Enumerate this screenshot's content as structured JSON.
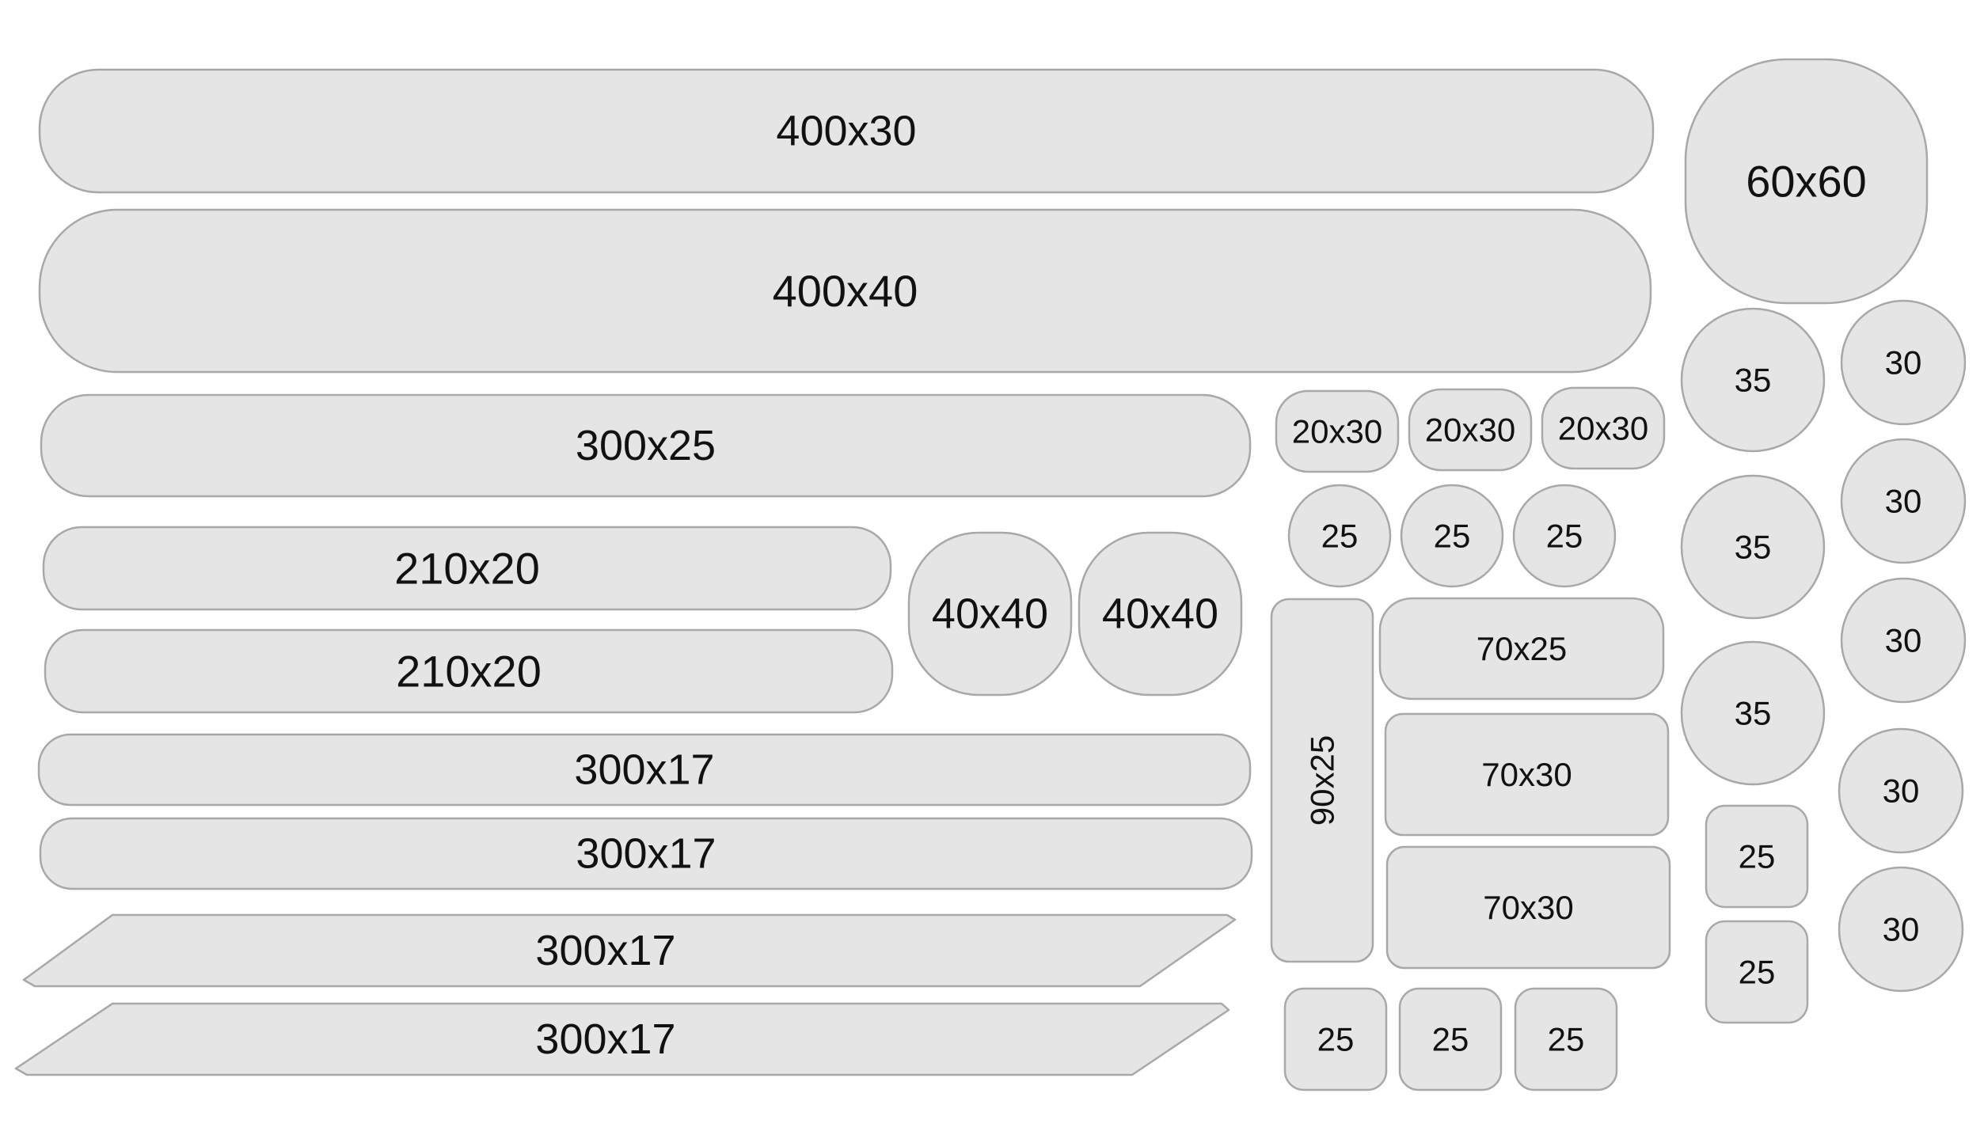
{
  "colors": {
    "fill": "#e5e5e5",
    "stroke": "#a8a8a8",
    "text": "#111111",
    "background": "#ffffff"
  },
  "pieces": [
    {
      "id": "p1",
      "shape": "rounded-rect",
      "label": "400x30"
    },
    {
      "id": "p2",
      "shape": "rounded-rect",
      "label": "400x40"
    },
    {
      "id": "p3",
      "shape": "rounded-rect",
      "label": "300x25"
    },
    {
      "id": "p4",
      "shape": "rounded-rect",
      "label": "210x20"
    },
    {
      "id": "p5",
      "shape": "rounded-rect",
      "label": "210x20"
    },
    {
      "id": "p6",
      "shape": "rounded-square",
      "label": "40x40"
    },
    {
      "id": "p7",
      "shape": "rounded-square",
      "label": "40x40"
    },
    {
      "id": "p8",
      "shape": "rounded-rect",
      "label": "300x17"
    },
    {
      "id": "p9",
      "shape": "rounded-rect",
      "label": "300x17"
    },
    {
      "id": "p10",
      "shape": "parallelogram",
      "label": "300x17"
    },
    {
      "id": "p11",
      "shape": "parallelogram",
      "label": "300x17"
    },
    {
      "id": "p12",
      "shape": "rounded-rect",
      "label": "20x30"
    },
    {
      "id": "p13",
      "shape": "rounded-rect",
      "label": "20x30"
    },
    {
      "id": "p14",
      "shape": "rounded-rect",
      "label": "20x30"
    },
    {
      "id": "p15",
      "shape": "circle",
      "label": "25"
    },
    {
      "id": "p16",
      "shape": "circle",
      "label": "25"
    },
    {
      "id": "p17",
      "shape": "circle",
      "label": "25"
    },
    {
      "id": "p18",
      "shape": "rounded-rect",
      "label": "90x25"
    },
    {
      "id": "p19",
      "shape": "rounded-rect",
      "label": "70x25"
    },
    {
      "id": "p20",
      "shape": "rounded-rect",
      "label": "70x30"
    },
    {
      "id": "p21",
      "shape": "rounded-rect",
      "label": "70x30"
    },
    {
      "id": "p22",
      "shape": "rounded-square",
      "label": "25"
    },
    {
      "id": "p23",
      "shape": "rounded-square",
      "label": "25"
    },
    {
      "id": "p24",
      "shape": "rounded-square",
      "label": "25"
    },
    {
      "id": "p25",
      "shape": "rounded-square",
      "label": "60x60"
    },
    {
      "id": "p26",
      "shape": "circle",
      "label": "35"
    },
    {
      "id": "p27",
      "shape": "circle",
      "label": "35"
    },
    {
      "id": "p28",
      "shape": "circle",
      "label": "35"
    },
    {
      "id": "p29",
      "shape": "rounded-square",
      "label": "25"
    },
    {
      "id": "p30",
      "shape": "rounded-square",
      "label": "25"
    },
    {
      "id": "p31",
      "shape": "circle",
      "label": "30"
    },
    {
      "id": "p32",
      "shape": "circle",
      "label": "30"
    },
    {
      "id": "p33",
      "shape": "circle",
      "label": "30"
    },
    {
      "id": "p34",
      "shape": "circle",
      "label": "30"
    },
    {
      "id": "p35",
      "shape": "circle",
      "label": "30"
    }
  ]
}
